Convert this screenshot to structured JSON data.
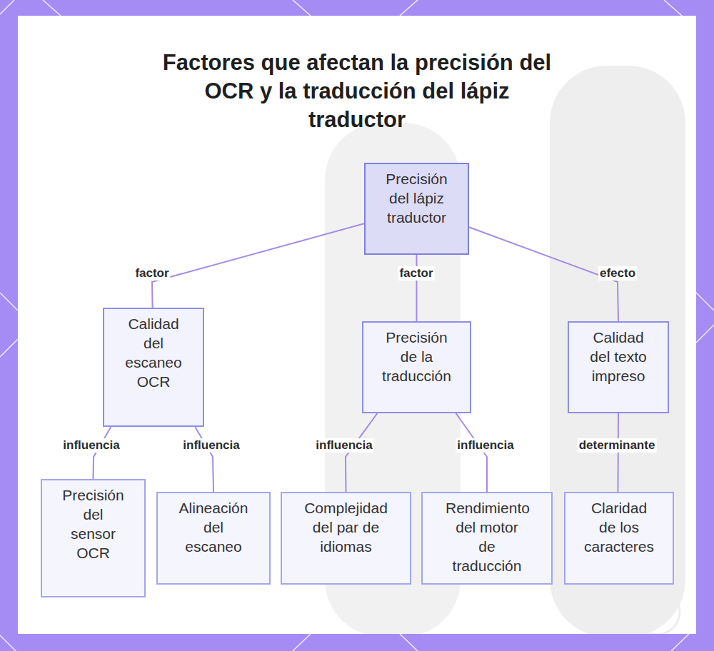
{
  "diagram": {
    "title": "Factores que afectan la precisión del OCR y la traducción del lápiz traductor",
    "nodes": [
      {
        "text": [
          "Precisión del lápiz traductor"
        ]
      },
      {
        "text": [
          "Calidad del escaneo OCR"
        ]
      },
      {
        "text": [
          "Precisión de la traducción"
        ]
      },
      {
        "text": [
          "Calidad del texto impreso"
        ]
      },
      {
        "text": [
          "Precisión del sensor OCR"
        ]
      },
      {
        "text": [
          "Alineación del escaneo"
        ]
      },
      {
        "text": [
          "Complejidad del par de idiomas"
        ]
      },
      {
        "text": [
          "Rendimiento del motor de traducción"
        ]
      },
      {
        "text": [
          "Claridad de los caracteres"
        ]
      }
    ],
    "edges": [
      {
        "from": 0,
        "to": 1,
        "label": "factor",
        "arrow": "none"
      },
      {
        "from": 0,
        "to": 2,
        "label": "factor",
        "arrow": "none"
      },
      {
        "from": 0,
        "to": 3,
        "label": "efecto",
        "arrow": "none"
      },
      {
        "from": 1,
        "to": 4,
        "label": "influencia",
        "arrow": "none"
      },
      {
        "from": 1,
        "to": 5,
        "label": "influencia",
        "arrow": "none"
      },
      {
        "from": 2,
        "to": 6,
        "label": "influencia",
        "arrow": "none"
      },
      {
        "from": 2,
        "to": 7,
        "label": "influencia",
        "arrow": "none"
      },
      {
        "from": 3,
        "to": 8,
        "label": "determinante",
        "arrow": "none"
      }
    ]
  }
}
